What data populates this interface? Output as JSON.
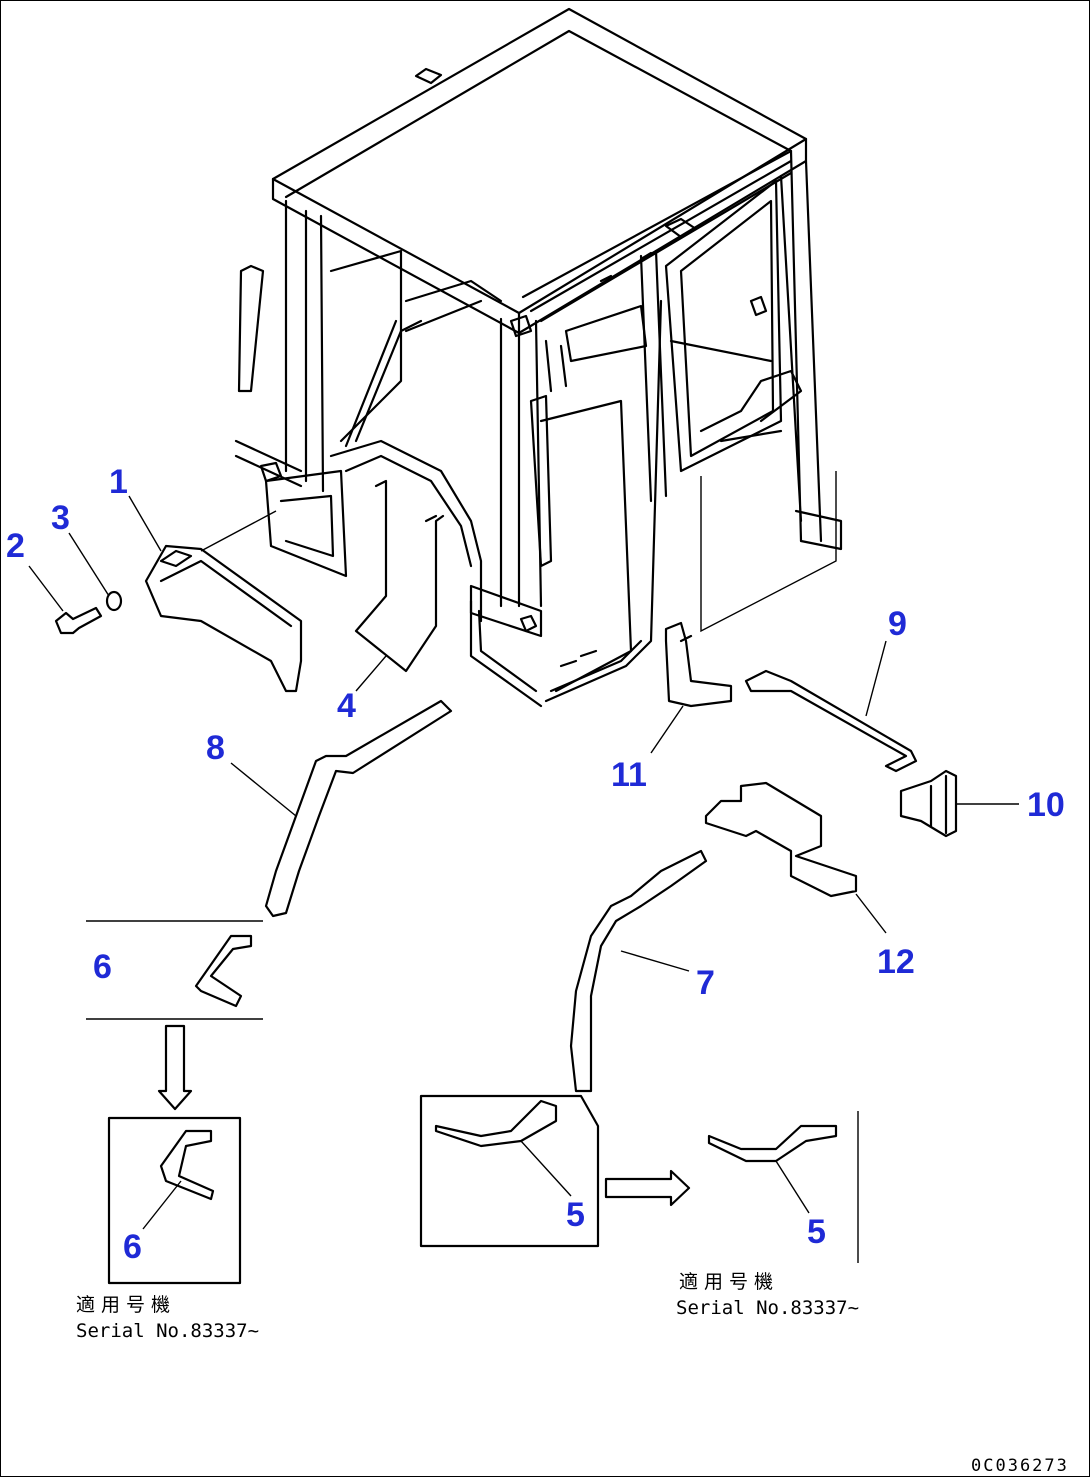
{
  "colors": {
    "callout": "#1f2ad6",
    "line": "#000000",
    "background": "#ffffff"
  },
  "callouts": {
    "c1": "1",
    "c2": "2",
    "c3": "3",
    "c4": "4",
    "c5a": "5",
    "c5b": "5",
    "c6a": "6",
    "c6b": "6",
    "c7": "7",
    "c8": "8",
    "c9": "9",
    "c10": "10",
    "c11": "11",
    "c12": "12"
  },
  "notes": {
    "left_jp": "適用号機",
    "left_serial": "Serial No.83337~",
    "right_jp": "適用号機",
    "right_serial": "Serial No.83337~"
  },
  "drawing_code": "0C036273"
}
